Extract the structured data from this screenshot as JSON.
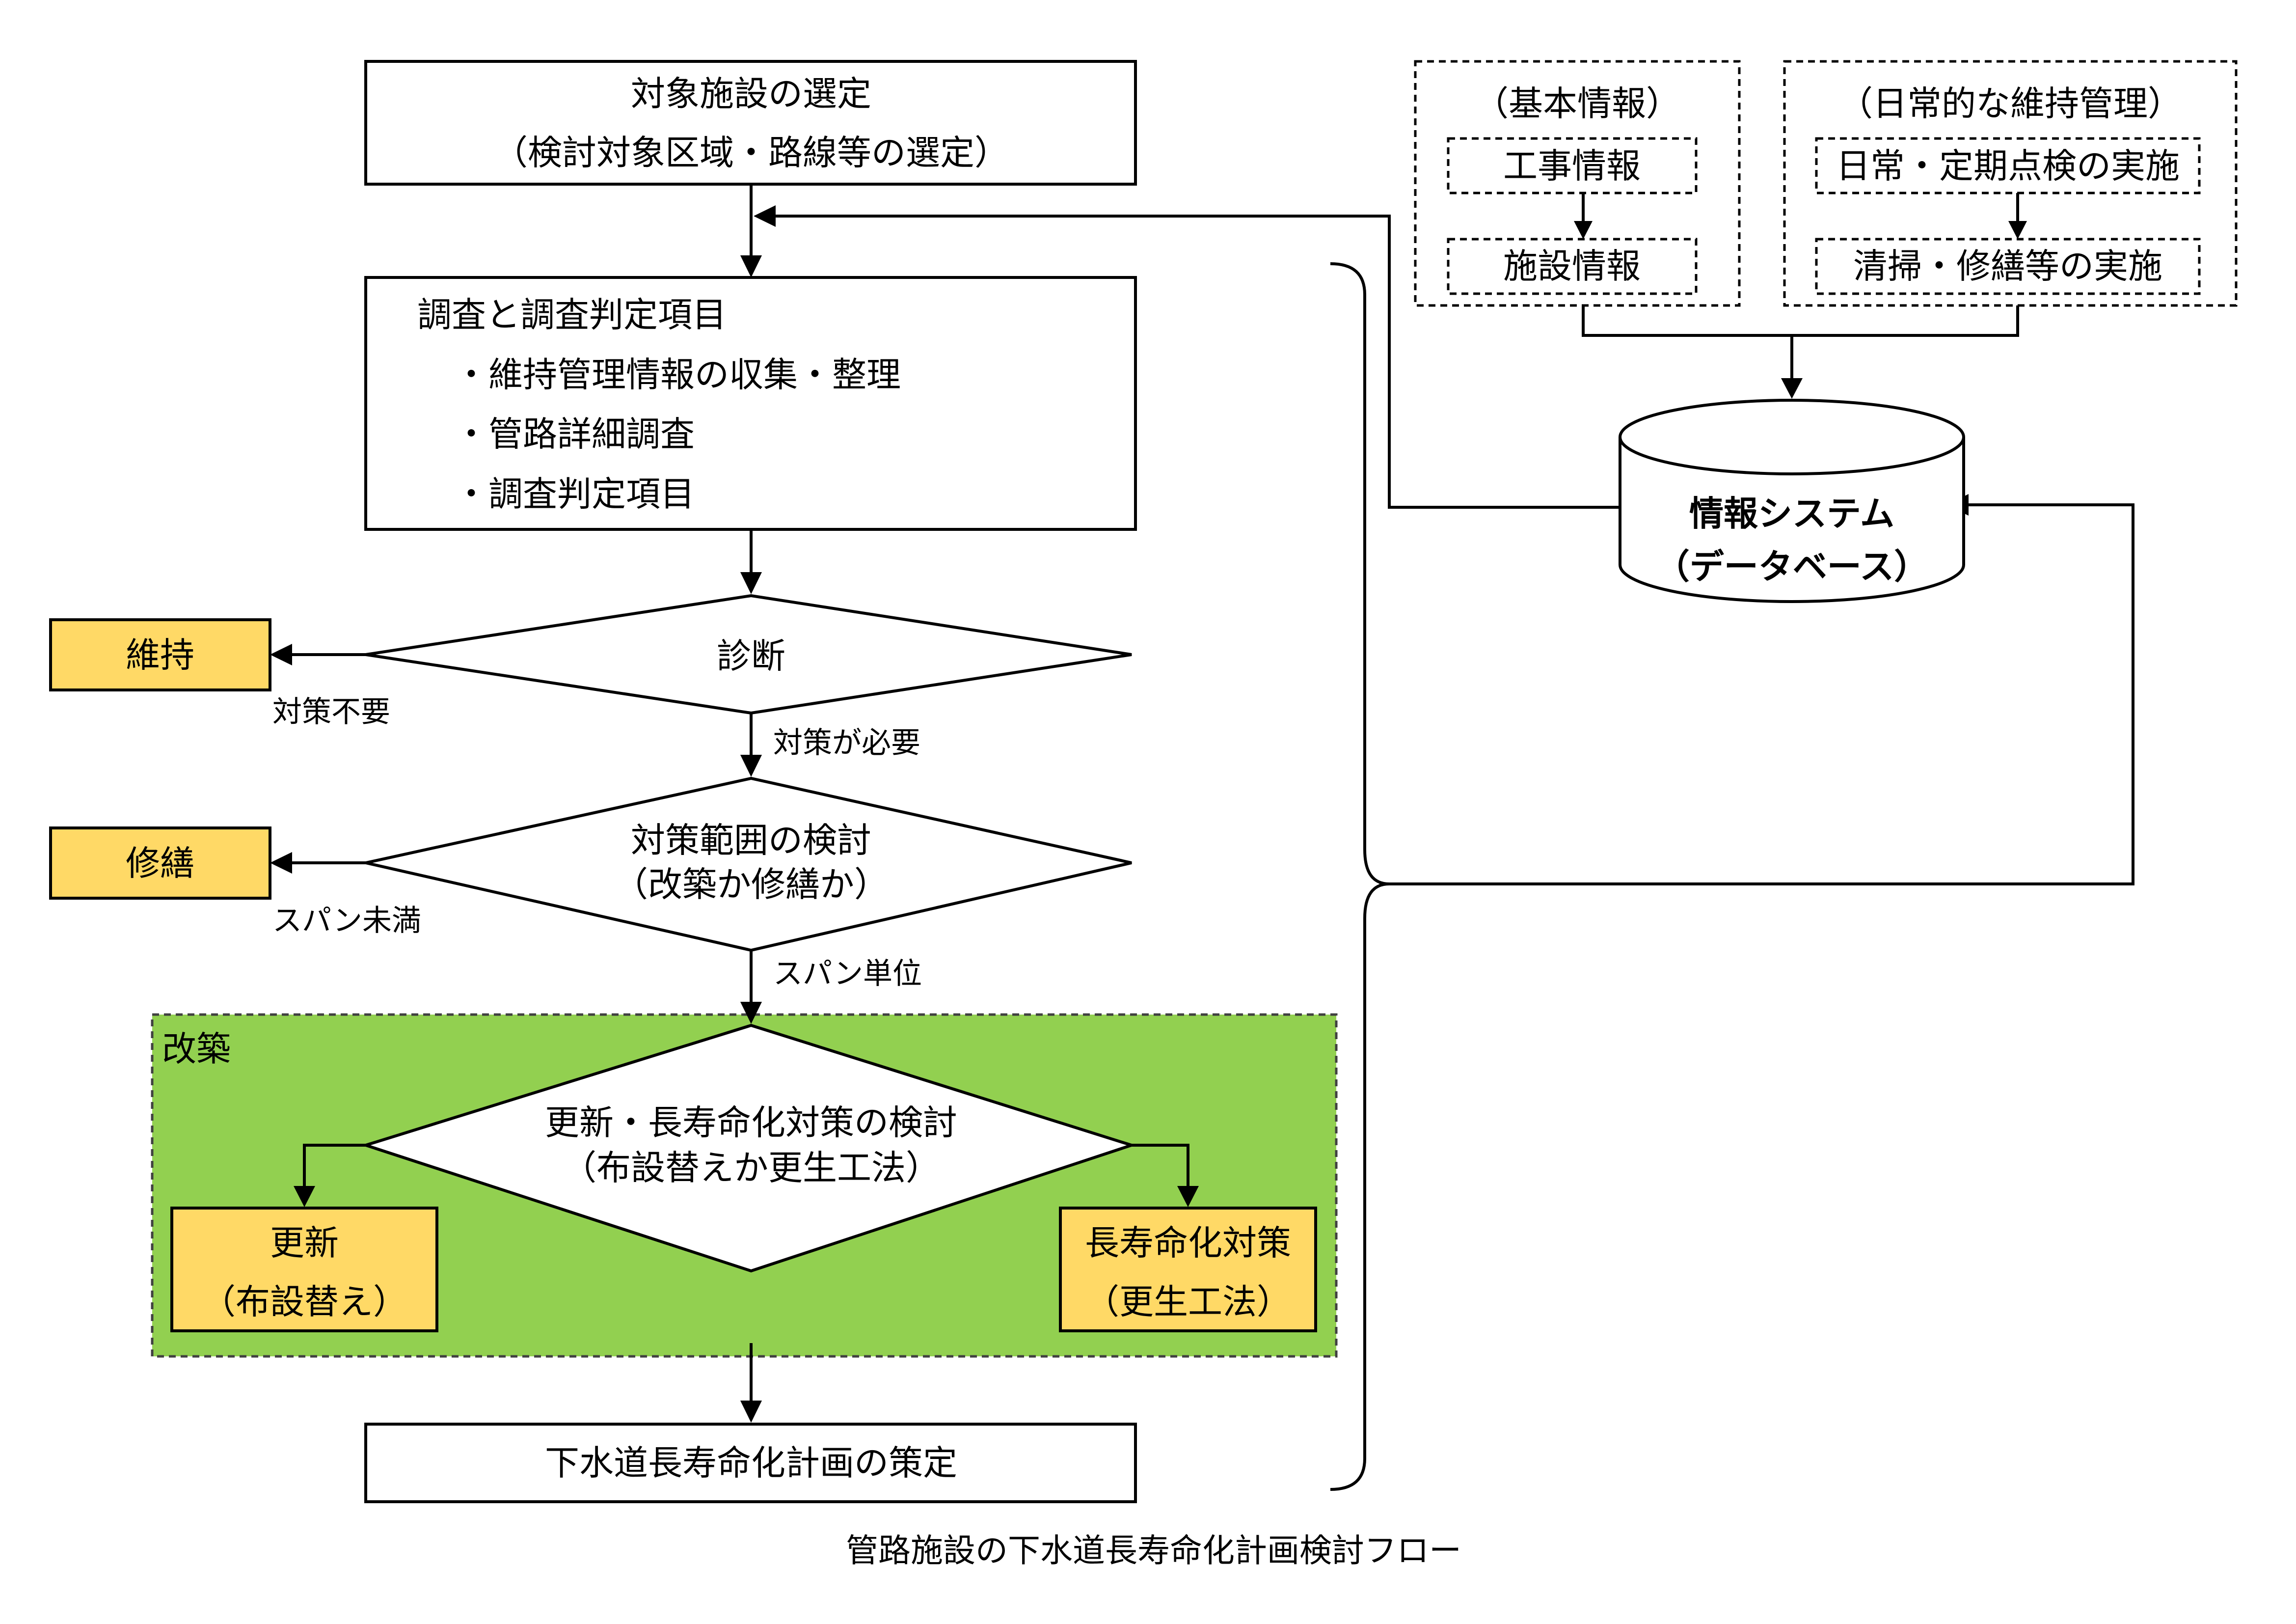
{
  "colors": {
    "yellow_box": "#ffd966",
    "green_region": "#92d050"
  },
  "flow": {
    "select": {
      "title": "対象施設の選定",
      "sub": "（検討対象区域・路線等の選定）"
    },
    "survey": {
      "title": "調査と調査判定項目",
      "items": [
        "・維持管理情報の収集・整理",
        "・管路詳細調査",
        "・調査判定項目"
      ]
    },
    "diagnosis": {
      "label": "診断"
    },
    "scope": {
      "line1": "対策範囲の検討",
      "line2": "（改築か修繕か）"
    },
    "renewal_check": {
      "line1": "更新・長寿命化対策の検討",
      "line2": "（布設替えか更生工法）"
    },
    "final": {
      "label": "下水道長寿命化計画の策定"
    }
  },
  "outcomes": {
    "maintain": "維持",
    "repair": "修繕",
    "renew": {
      "line1": "更新",
      "line2": "（布設替え）"
    },
    "extend": {
      "line1": "長寿命化対策",
      "line2": "（更生工法）"
    }
  },
  "region": {
    "label": "改築"
  },
  "edge_labels": {
    "no_action": "対策不要",
    "action_needed": "対策が必要",
    "under_span": "スパン未満",
    "span_unit": "スパン単位"
  },
  "info": {
    "basic": {
      "title": "（基本情報）",
      "items": [
        "工事情報",
        "施設情報"
      ]
    },
    "daily": {
      "title": "（日常的な維持管理）",
      "items": [
        "日常・定期点検の実施",
        "清掃・修繕等の実施"
      ]
    },
    "database": {
      "line1": "情報システム",
      "line2": "（データベース）"
    }
  },
  "caption": "管路施設の下水道長寿命化計画検討フロー"
}
